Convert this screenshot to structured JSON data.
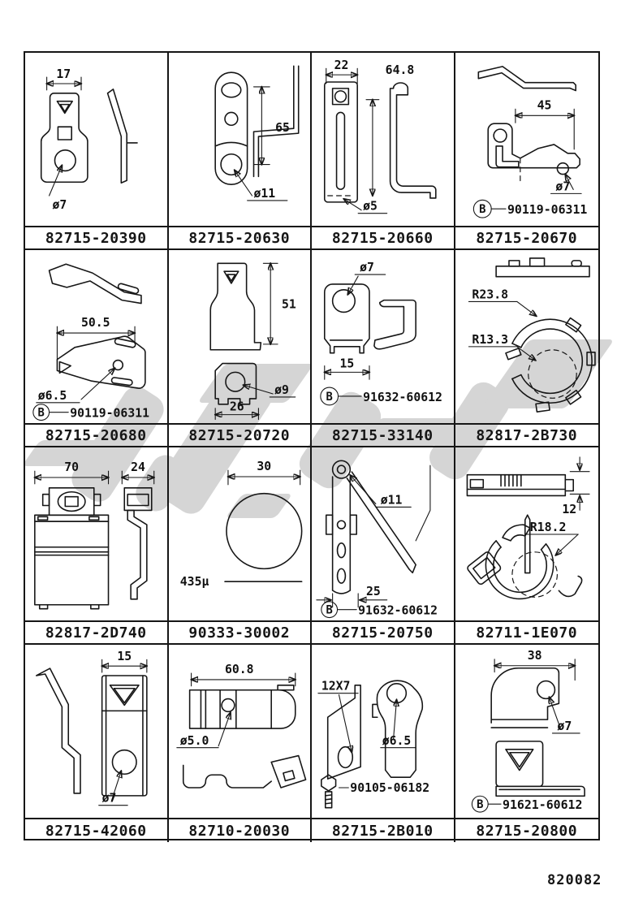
{
  "page": {
    "code": "820082",
    "ink": "#161616",
    "watermark_color": "#d5d5d5"
  },
  "cells": {
    "r0c0": {
      "part": "82715-20390",
      "ann": {
        "width": "17",
        "hole": "ø7"
      }
    },
    "r0c1": {
      "part": "82715-20630",
      "ann": {
        "height": "65",
        "hole": "ø11"
      }
    },
    "r0c2": {
      "part": "82715-20660",
      "ann": {
        "width": "22",
        "height": "64.8",
        "hole": "ø5"
      }
    },
    "r0c3": {
      "part": "82715-20670",
      "ann": {
        "width": "45",
        "hole": "ø7"
      },
      "b_ref": {
        "symbol": "B",
        "number": "90119-06311"
      }
    },
    "r1c0": {
      "part": "82715-20680",
      "ann": {
        "width": "50.5",
        "hole": "ø6.5"
      },
      "b_ref": {
        "symbol": "B",
        "number": "90119-06311"
      }
    },
    "r1c1": {
      "part": "82715-20720",
      "ann": {
        "height": "51",
        "hole": "ø9",
        "width": "26"
      }
    },
    "r1c2": {
      "part": "82715-33140",
      "ann": {
        "hole": "ø7",
        "width": "15"
      },
      "b_ref": {
        "symbol": "B",
        "number": "91632-60612"
      }
    },
    "r1c3": {
      "part": "82817-2B730",
      "ann": {
        "outer_radius": "R23.8",
        "inner_radius": "R13.3"
      }
    },
    "r2c0": {
      "part": "82817-2D740",
      "ann": {
        "width": "70",
        "depth": "24"
      }
    },
    "r2c1": {
      "part": "90333-30002",
      "ann": {
        "diameter": "30",
        "thickness": "435µ"
      }
    },
    "r2c2": {
      "part": "82715-20750",
      "ann": {
        "hole": "ø11",
        "width": "25"
      },
      "b_ref": {
        "symbol": "B",
        "number": "91632-60612"
      }
    },
    "r2c3": {
      "part": "82711-1E070",
      "ann": {
        "height": "12",
        "radius": "R18.2"
      }
    },
    "r3c0": {
      "part": "82715-42060",
      "ann": {
        "width": "15",
        "hole": "ø7"
      }
    },
    "r3c1": {
      "part": "82710-20030",
      "ann": {
        "width": "60.8",
        "hole": "ø5.0"
      }
    },
    "r3c2": {
      "part": "82715-2B010",
      "ann": {
        "slot": "12X7",
        "hole": "ø6.5"
      },
      "bolt_ref": {
        "number": "90105-06182"
      }
    },
    "r3c3": {
      "part": "82715-20800",
      "ann": {
        "width": "38",
        "hole": "ø7"
      },
      "b_ref": {
        "symbol": "B",
        "number": "91621-60612"
      }
    }
  }
}
